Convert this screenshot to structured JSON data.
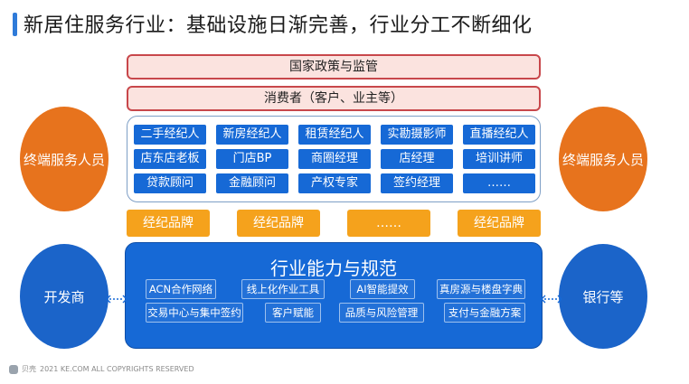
{
  "title": "新居住服务行业：基础设施日渐完善，行业分工不断细化",
  "policy": "国家政策与监管",
  "consumer": "消费者（客户、业主等）",
  "roles": [
    [
      "二手经纪人",
      "新房经纪人",
      "租赁经纪人",
      "实勘摄影师",
      "直播经纪人"
    ],
    [
      "店东店老板",
      "门店BP",
      "商圈经理",
      "店经理",
      "培训讲师"
    ],
    [
      "贷款顾问",
      "金融顾问",
      "产权专家",
      "签约经理",
      "……"
    ]
  ],
  "brands": [
    "经纪品牌",
    "经纪品牌",
    "……",
    "经纪品牌"
  ],
  "capability": {
    "title": "行业能力与规范",
    "items": [
      [
        "ACN合作网络",
        "线上化作业工具",
        "AI智能提效",
        "真房源与楼盘字典"
      ],
      [
        "交易中心与集中签约",
        "客户赋能",
        "品质与风险管理",
        "支付与金融方案"
      ]
    ]
  },
  "left_top": "终端服务人员",
  "right_top": "终端服务人员",
  "left_bottom": "开发商",
  "right_bottom": "银行等",
  "footer": "2021 KE.COM ALL COPYRIGHTS RESERVED",
  "logo_text": "贝壳",
  "colors": {
    "role_blue": "#1669d6",
    "brand_orange": "#f5a21c",
    "oval_orange": "#e7731d",
    "oval_blue": "#1b64c9",
    "policy_border": "#c8474b"
  }
}
